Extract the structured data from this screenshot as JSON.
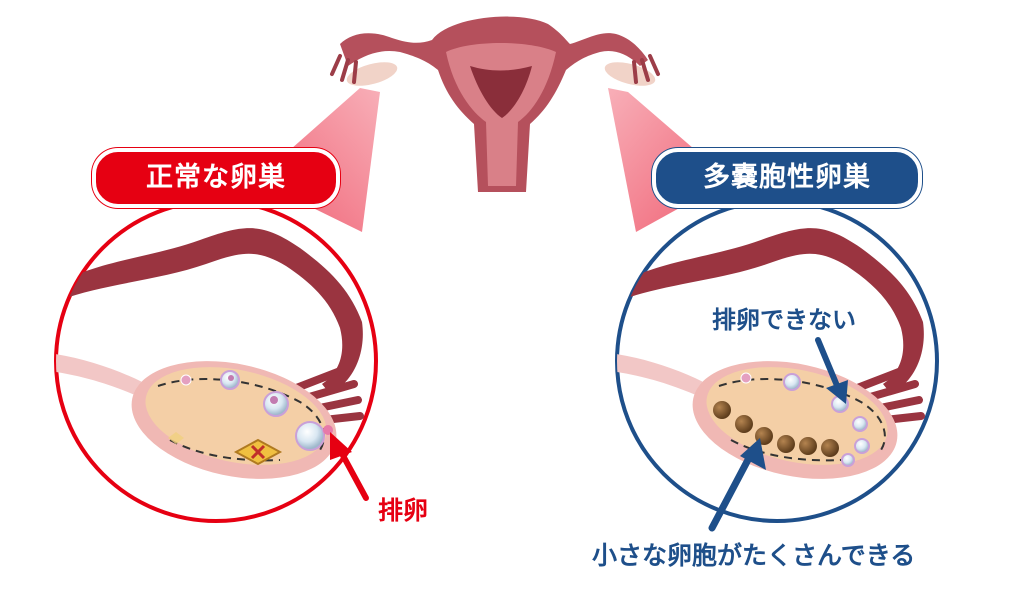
{
  "labels": {
    "normal_ovary": "正常な卵巣",
    "pcos_ovary": "多嚢胞性卵巣",
    "ovulation": "排卵",
    "cannot_ovulate": "排卵できない",
    "many_small_follicles": "小さな卵胞がたくさんできる"
  },
  "colors": {
    "normal_accent": "#e60012",
    "pcos_accent": "#1e4f8a",
    "beam": "#f06a7a",
    "uterus": "#b04652",
    "ovary": "#f2c9a0",
    "follicle_dark": "#7a5228"
  },
  "icons": [
    "arrow-icon"
  ]
}
